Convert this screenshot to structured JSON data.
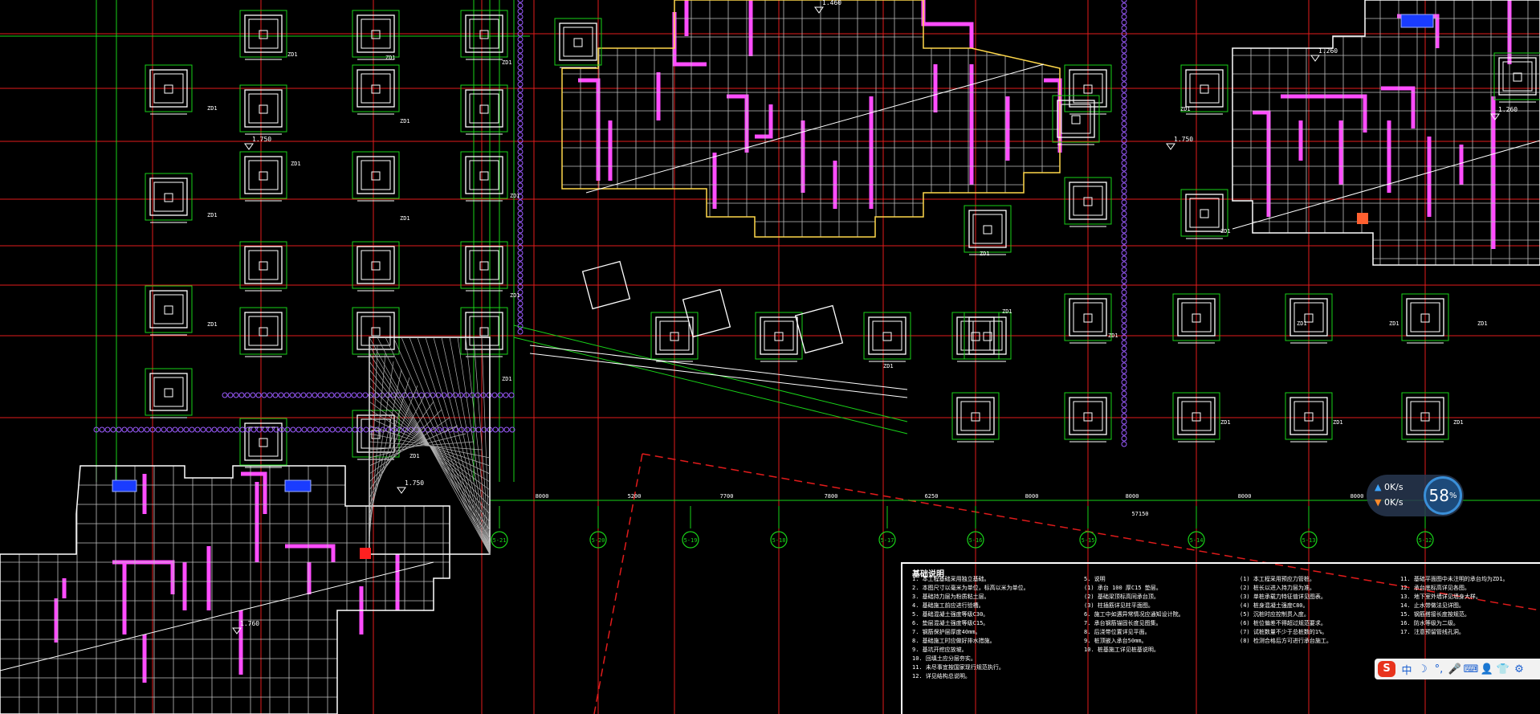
{
  "app": {
    "name": "CAD foundation plan viewer"
  },
  "colors": {
    "background": "#000000",
    "grid_line": "#e21b1b",
    "dimension": "#19d219",
    "footing": "#ffffff",
    "wall": "#ff4dff",
    "outline": "#ffd84a",
    "pile_row": "#9b5bff"
  },
  "axis_labels": [
    "5-21",
    "5-20",
    "5-19",
    "5-18",
    "5-17",
    "5-16",
    "5-15",
    "5-14",
    "5-13",
    "5-12"
  ],
  "dimensions": {
    "bottom_row": [
      "8000",
      "5200",
      "7700",
      "7800",
      "6250",
      "8000",
      "8000",
      "8000",
      "8000"
    ],
    "total": "57150"
  },
  "elevations": [
    "1.460",
    "1.750",
    "1.260",
    "1.750",
    "1.260",
    "1.760",
    "1.750"
  ],
  "footing_tag": "ZD1",
  "notes": {
    "title": "基础说明",
    "col1": [
      "1. 本工程基础采用独立基础。",
      "2. 本图尺寸以毫米为单位，标高以米为单位。",
      "3. 基础持力层为粉质粘土层。",
      "4. 基础施工前应进行验槽。",
      "5. 基础混凝土强度等级C30。",
      "6. 垫层混凝土强度等级C15。",
      "7. 钢筋保护层厚度40mm。",
      "8. 基础施工时应做好排水措施。",
      "9. 基坑开挖应放坡。",
      "10. 回填土应分层夯实。",
      "11. 未尽事宜按国家现行规范执行。",
      "12. 详见结构总说明。"
    ],
    "col2": [
      "5. 说明",
      "(1) 承台 100 厚C15 垫层。",
      "(2) 基础梁顶标高同承台顶。",
      "(3) 柱插筋详见柱平面图。",
      "6. 施工中如遇异常情况应通知设计院。",
      "7. 承台钢筋锚固长度见图集。",
      "8. 后浇带位置详见平面。",
      "9. 桩顶嵌入承台50mm。",
      "10. 桩基施工详见桩基说明。"
    ],
    "col3": [
      "(1) 本工程采用预应力管桩。",
      "(2) 桩长以进入持力层为准。",
      "(3) 单桩承载力特征值详见图表。",
      "(4) 桩身混凝土强度C80。",
      "(5) 沉桩时应控制贯入度。",
      "(6) 桩位偏差不得超过规范要求。",
      "(7) 试桩数量不少于总桩数的1%。",
      "(8) 检测合格后方可进行承台施工。"
    ],
    "col4": [
      "11. 基础平面图中未注明的承台均为ZD1。",
      "12. 承台底标高详见各图。",
      "13. 地下室外墙详见墙身大样。",
      "14. 止水带做法见详图。",
      "15. 钢筋搭接长度按规范。",
      "16. 防水等级为二级。",
      "17. 注意预留管线孔洞。"
    ]
  },
  "network_widget": {
    "upload": "0K/s",
    "download": "0K/s",
    "percent": "58",
    "percent_sign": "%"
  },
  "ime_bar": {
    "logo": "S",
    "mode": "中",
    "items": [
      "☽",
      "°,",
      "🎤",
      "⌨",
      "👤",
      "👕",
      "⚙"
    ]
  }
}
